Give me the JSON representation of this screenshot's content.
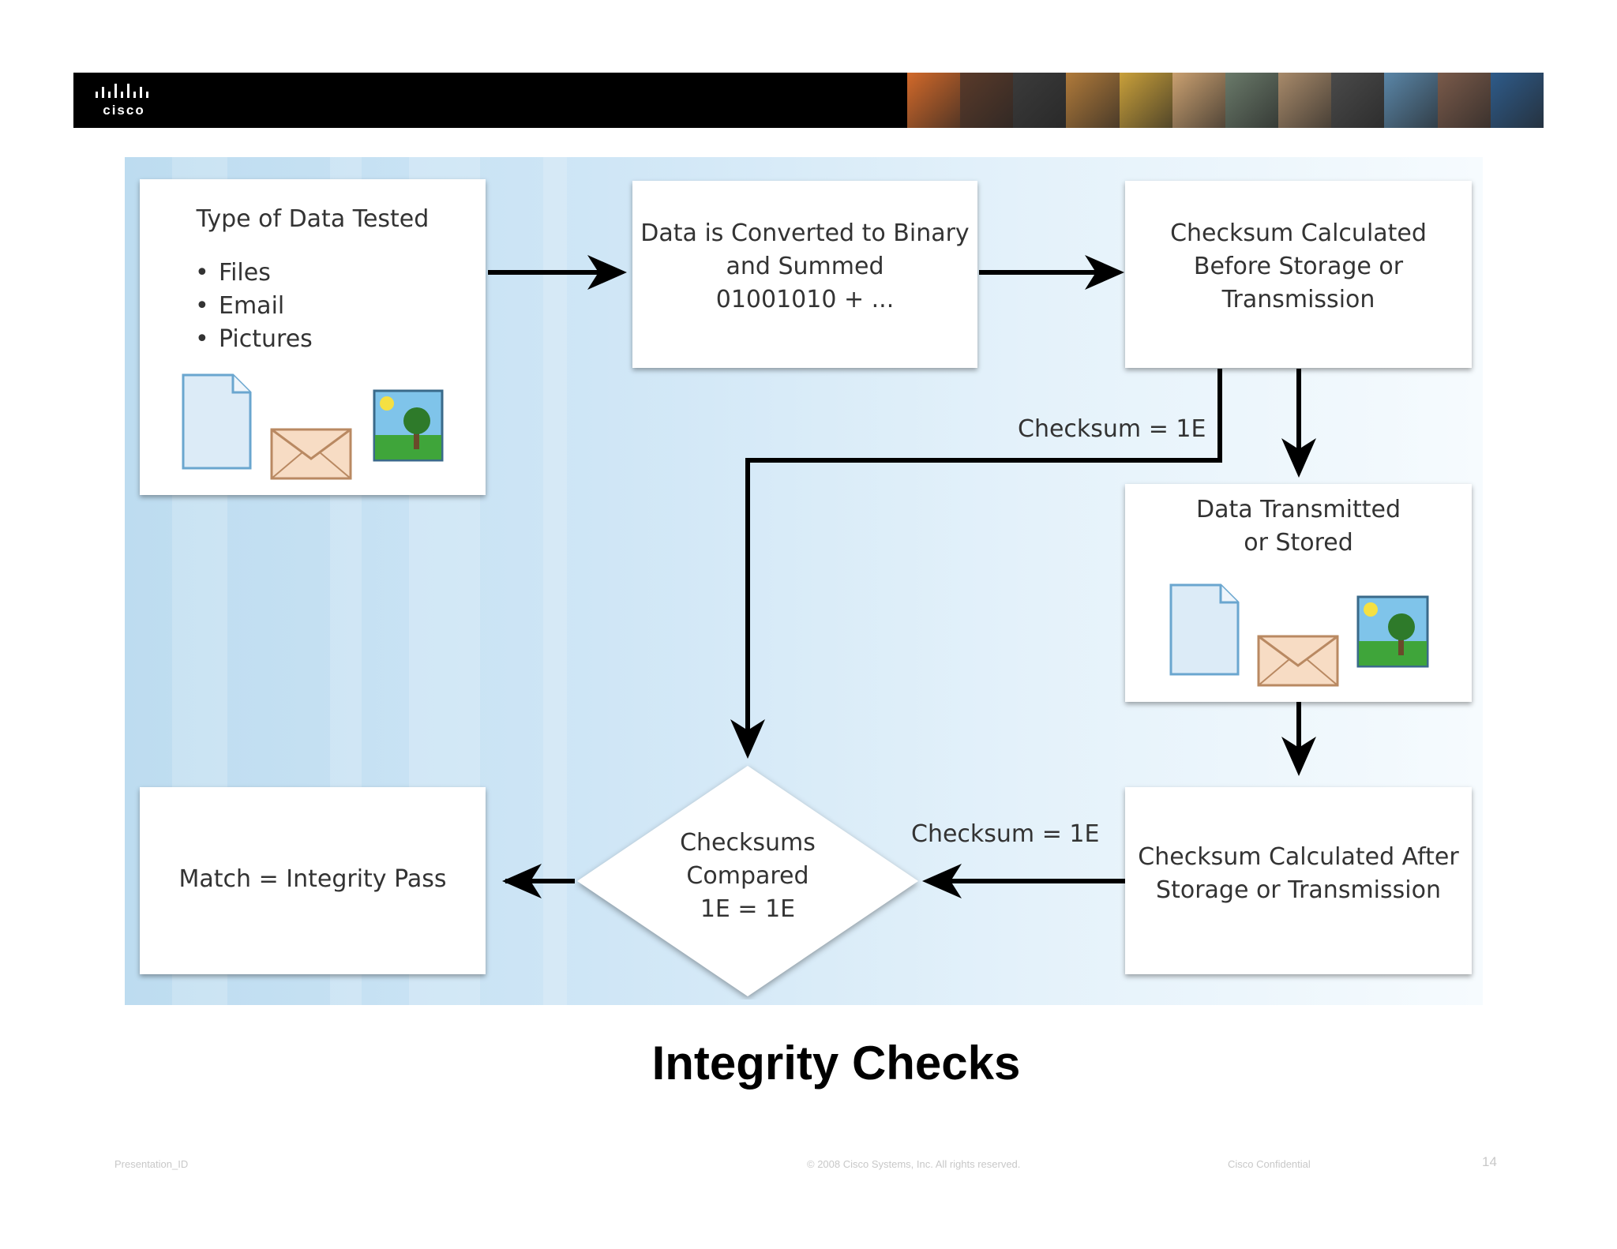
{
  "header": {
    "logo_text": "cisco",
    "logo_icon": "cisco-bridge-logo",
    "photo_colors": [
      "#d2692a",
      "#5a3a2a",
      "#3b3b3b",
      "#b07a3a",
      "#c9a03a",
      "#caa070",
      "#6a7a6a",
      "#a88a6a",
      "#4a4a4a",
      "#5a86a8",
      "#7a5a4a",
      "#2e5b8a"
    ]
  },
  "diagram": {
    "box_data_type": {
      "title": "Type of Data Tested",
      "items": [
        "Files",
        "Email",
        "Pictures"
      ],
      "icons": [
        "document-icon",
        "envelope-icon",
        "picture-icon"
      ]
    },
    "box_convert": {
      "line1": "Data is Converted to Binary",
      "line2": "and Summed",
      "line3": "01001010 + ..."
    },
    "box_checksum_before": {
      "line1": "Checksum Calculated",
      "line2": "Before Storage or",
      "line3": "Transmission"
    },
    "box_transmitted": {
      "line1": "Data Transmitted",
      "line2": "or Stored",
      "icons": [
        "document-icon",
        "envelope-icon",
        "picture-icon"
      ]
    },
    "box_checksum_after": {
      "line1": "Checksum Calculated After",
      "line2": "Storage or Transmission"
    },
    "diamond_compare": {
      "line1": "Checksums",
      "line2": "Compared",
      "line3": "1E = 1E"
    },
    "box_match": {
      "text": "Match = Integrity Pass"
    },
    "label_checksum_top": "Checksum = 1E",
    "label_checksum_bottom": "Checksum = 1E",
    "colors": {
      "panel_left": "#bddcf0",
      "panel_right": "#f6fbfe",
      "arrow": "#000000"
    }
  },
  "title": "Integrity Checks",
  "footer": {
    "presentation_id": "Presentation_ID",
    "copyright": "© 2008 Cisco Systems, Inc. All rights reserved.",
    "confidential": "Cisco Confidential",
    "page_number": "14"
  }
}
